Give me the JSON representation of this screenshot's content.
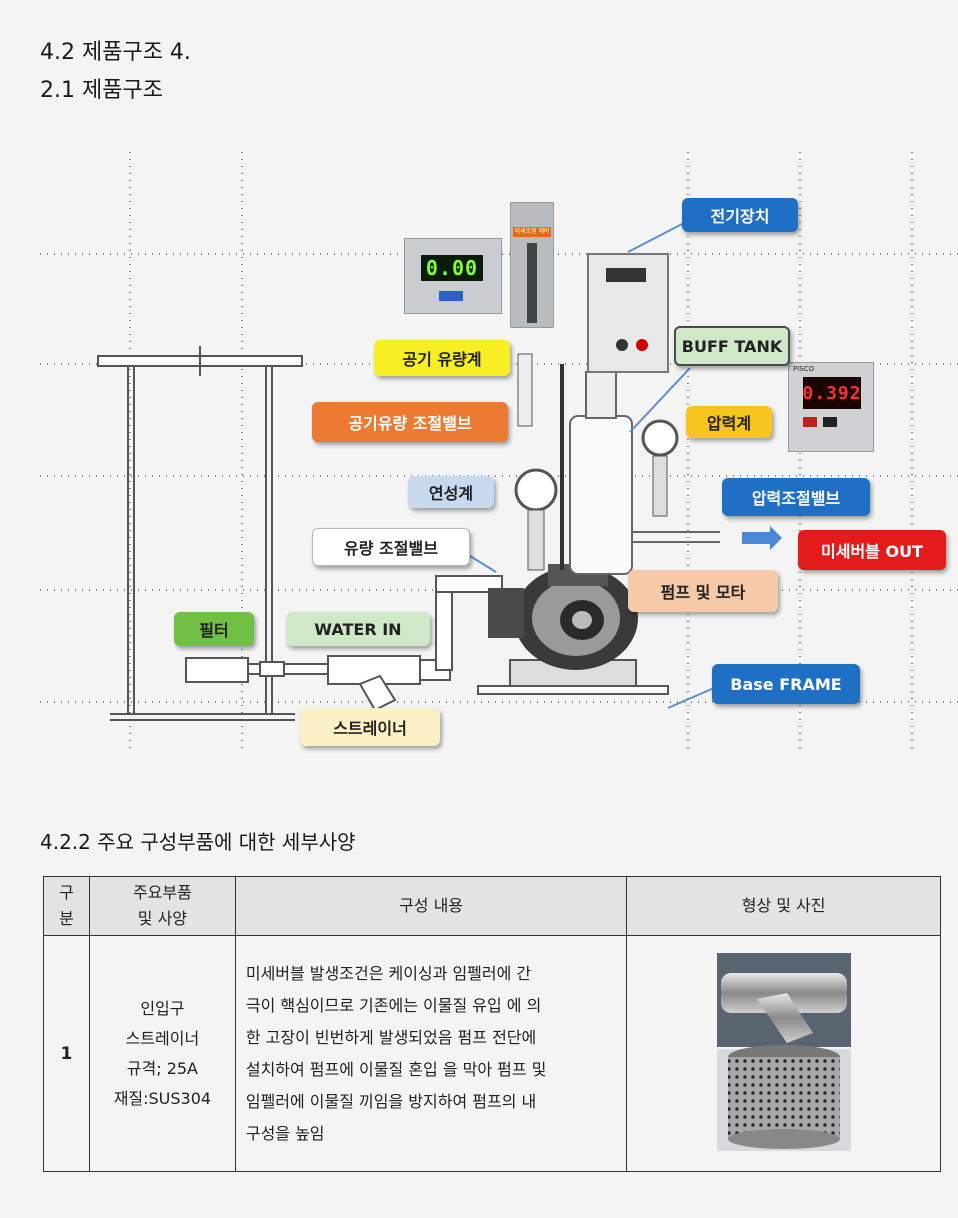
{
  "headings": {
    "section": "4.2 제품구조 4.",
    "subsection": "2.1 제품구조",
    "spec_section": "4.2.2 주요 구성부품에 대한 세부사양"
  },
  "diagram": {
    "labels": {
      "electrical": "전기장치",
      "buff_tank": "BUFF TANK",
      "air_flowmeter": "공기 유량계",
      "air_flow_valve": "공기유량 조절밸브",
      "pressure_gauge": "압력계",
      "check_gauge": "연성계",
      "pressure_valve": "압력조절밸브",
      "micro_bubble_out": "미세버블 OUT",
      "flow_valve": "유량 조절밸브",
      "pump_motor": "펌프 및 모타",
      "filter": "필터",
      "water_in": "WATER IN",
      "base_frame": "Base FRAME",
      "strainer": "스트레이너",
      "fine_lever_photo": "미세조정 레버"
    },
    "displays": {
      "flow_display": "0.00",
      "pressure_display": "0.392",
      "pressure_brand": "PISCO"
    },
    "colors": {
      "blue": "#1f6fc5",
      "red": "#e41b1b",
      "yellow": "#f7ee23",
      "orange": "#ec7a32"
    }
  },
  "table": {
    "headers": {
      "no_line1": "구",
      "no_line2": "분",
      "part_line1": "주요부품",
      "part_line2": "및 사양",
      "content": "구성 내용",
      "photo": "형상 및 사진"
    },
    "rows": [
      {
        "no": "1",
        "part_lines": [
          "인입구",
          "스트레이너",
          "규격; 25A",
          "재질:SUS304"
        ],
        "desc_lines": [
          "미세버블 발생조건은 케이싱과 임펠러에 간",
          "극이 핵심이므로 기존에는 이물질 유입 에 의",
          "한 고장이 빈번하게 발생되었음 펌프 전단에",
          "설치하여 펌프에 이물질 혼입 을 막아 펌프 및",
          "임펠러에 이물질 끼임을 방지하여 펌프의 내",
          "구성을 높임"
        ]
      }
    ]
  }
}
